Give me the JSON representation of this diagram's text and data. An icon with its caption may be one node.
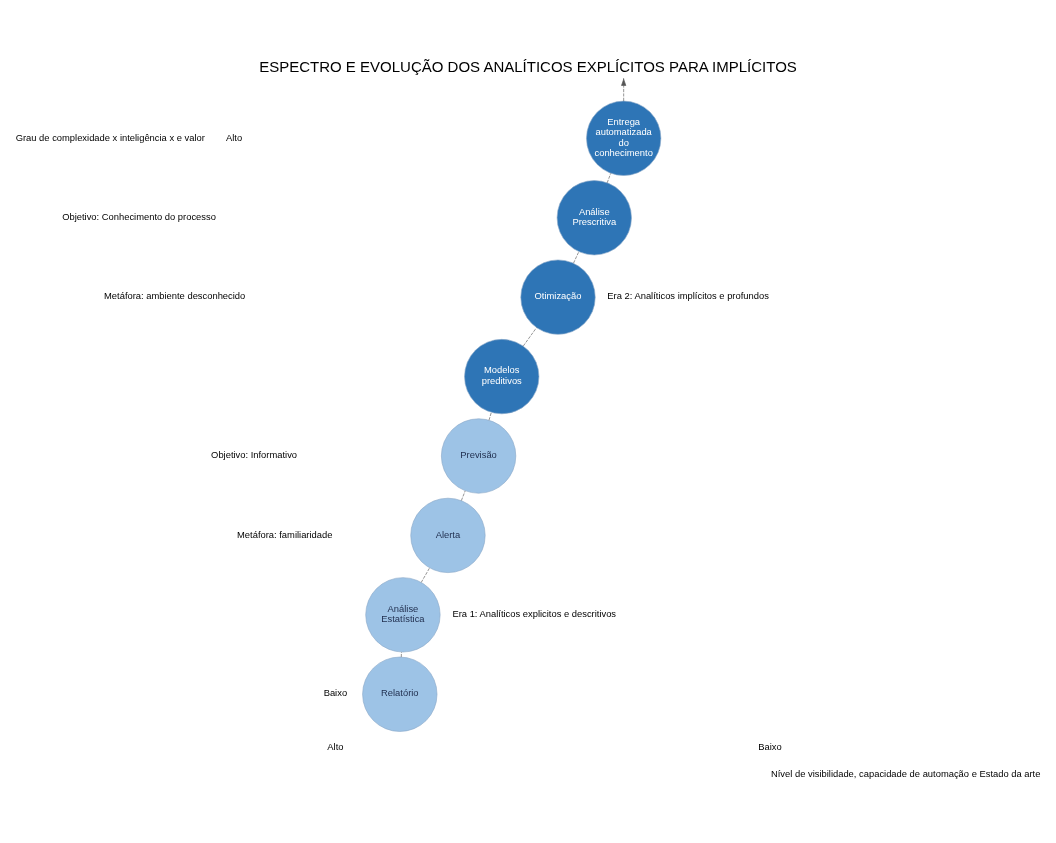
{
  "diagram": {
    "title": "ESPECTRO E EVOLUÇÃO DOS ANALÍTICOS EXPLÍCITOS PARA IMPLÍCITOS",
    "nodes": [
      {
        "text": [
          "Relatório"
        ]
      },
      {
        "text": [
          "Análise Estatística"
        ]
      },
      {
        "text": [
          "Alerta"
        ]
      },
      {
        "text": [
          "Previsão"
        ]
      },
      {
        "text": [
          "Modelos preditivos"
        ]
      },
      {
        "text": [
          "Otimização"
        ]
      },
      {
        "text": [
          "Análise Prescritiva"
        ]
      },
      {
        "text": [
          "Entrega automatizada do conhecimento"
        ]
      }
    ],
    "edges": [
      {
        "from": 0,
        "to": 1,
        "arrow": "none",
        "style": "dashed"
      },
      {
        "from": 1,
        "to": 2,
        "arrow": "none",
        "style": "dashed"
      },
      {
        "from": 2,
        "to": 3,
        "arrow": "none",
        "style": "dashed"
      },
      {
        "from": 3,
        "to": 4,
        "arrow": "none",
        "style": "dashed"
      },
      {
        "from": 4,
        "to": 5,
        "arrow": "none",
        "style": "dashed"
      },
      {
        "from": 5,
        "to": 6,
        "arrow": "none",
        "style": "dashed"
      },
      {
        "from": 6,
        "to": 7,
        "arrow": "none",
        "style": "dashed"
      },
      {
        "from": 7,
        "to": null,
        "arrow": "to",
        "style": "dashed"
      }
    ],
    "labels": [
      "Grau de complexidade x inteligência x e valor",
      "Alto",
      "Objetivo: Conhecimento do processo",
      "Metáfora: ambiente desconhecido",
      "Objetivo: Informativo",
      "Metáfora: familiaridade",
      "Era 2: Analíticos implícitos e profundos",
      "Era 1: Analíticos explicitos e descritivos",
      "Baixo",
      "Alto",
      "Baixo",
      "Nível de visibilidade, capacidade de automação e Estado da arte"
    ]
  }
}
